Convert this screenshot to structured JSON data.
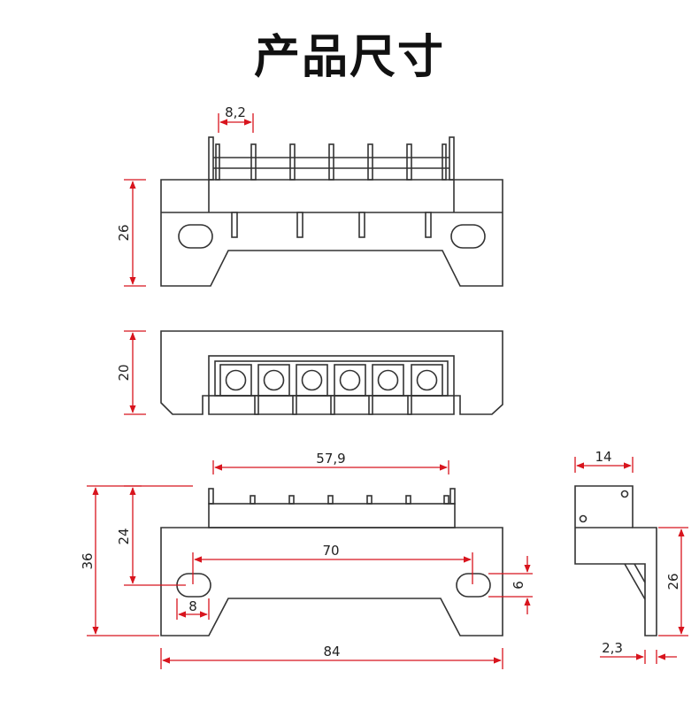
{
  "title": "产品尺寸",
  "dimensions": {
    "pin_pitch": "8,2",
    "front_height": "26",
    "top_height": "20",
    "inner_width": "57,9",
    "total_height": "36",
    "base_height": "24",
    "hole_spacing": "70",
    "hole_width": "8",
    "hole_height": "6",
    "total_width": "84",
    "side_width": "14",
    "side_height": "26",
    "plate_thickness": "2,3"
  },
  "colors": {
    "dimension_line": "#d8141d",
    "outline": "#333333"
  }
}
